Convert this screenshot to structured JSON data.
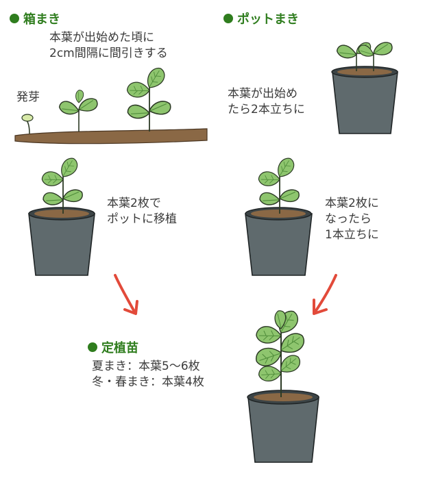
{
  "sections": {
    "box_sowing": {
      "title": "箱まき"
    },
    "pot_sowing": {
      "title": "ポットまき"
    },
    "final": {
      "title": "定植苗"
    }
  },
  "notes": {
    "box_thin_1": "本葉が出始めた頃に",
    "box_thin_2": "2cm間隔に間引きする",
    "germination": "発芽",
    "pot_thin_1": "本葉が出始め",
    "pot_thin_2": "たら2本立ちに",
    "transplant_1": "本葉2枚で",
    "transplant_2": "ポットに移植",
    "pot_single_1": "本葉2枚に",
    "pot_single_2": "なったら",
    "pot_single_3": "1本立ちに",
    "final_summer": "夏まき：本葉5〜6枚",
    "final_winter": "冬・春まき：本葉4枚"
  },
  "colors": {
    "heading": "#2f7d1e",
    "leaf": "#8ec56e",
    "leaf_dark": "#4f8c3a",
    "soil": "#8a6845",
    "pot": "#5f6a6d",
    "arrow": "#e24a3a"
  }
}
